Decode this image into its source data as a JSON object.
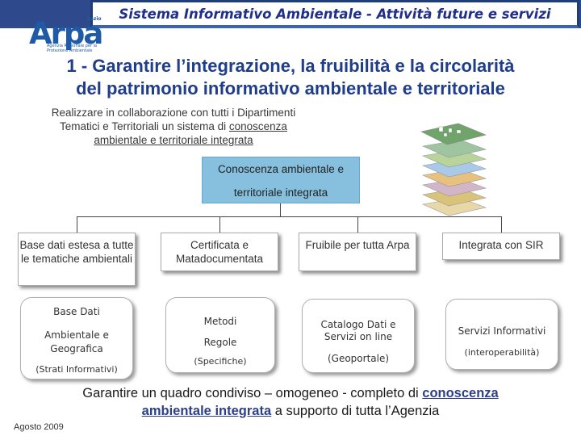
{
  "header": {
    "title": "Sistema Informativo Ambientale - Attività future e servizi",
    "logo_text": "Arpa",
    "logo_tag": "Lazio",
    "logo_sub": "Agenzia Regionale per la Protezione Ambientale"
  },
  "heading": {
    "line1": "1 - Garantire l’integrazione, la fruibilità e la circolarità",
    "line2": "del patrimonio informativo ambientale e territoriale"
  },
  "intro": {
    "line1": "Realizzare in collaborazione con tutti i Dipartimenti",
    "line2_pre": "Tematici e Territoriali un sistema di ",
    "line2_link": "conoscenza",
    "line3": "ambientale e territoriale integrata"
  },
  "center_box": {
    "line1": "Conoscenza ambientale  e",
    "line2": "territoriale integrata"
  },
  "columns": [
    {
      "head": "Base dati estesa a tutte le tematiche ambientali",
      "sub": [
        "Base Dati",
        "Ambientale e Geografica",
        "(Strati Informativi)"
      ]
    },
    {
      "head": "Certificata e Matadocumentata",
      "sub": [
        "Metodi",
        "Regole",
        "(Specifiche)"
      ]
    },
    {
      "head": "Fruibile per tutta Arpa",
      "sub": [
        "Catalogo Dati e Servizi on line",
        "(Geoportale)"
      ]
    },
    {
      "head": "Integrata con SIR",
      "sub": [
        "Servizi Informativi",
        "(interoperabilità)"
      ]
    }
  ],
  "bottom": {
    "pre": "Garantire un quadro condiviso – omogeneo - completo  di ",
    "hl1": "conoscenza",
    "hl2": "ambientale integrata",
    "post": " a supporto di tutta l’Agenzia"
  },
  "date": "Agosto 2009",
  "colors": {
    "title_blue": "#1f2f8a",
    "heading_blue": "#1f3d8a",
    "center_box": "#86c0de",
    "header_bar": "#2e4a8c"
  },
  "icons": [
    "logo",
    "gis-layers-icon"
  ]
}
